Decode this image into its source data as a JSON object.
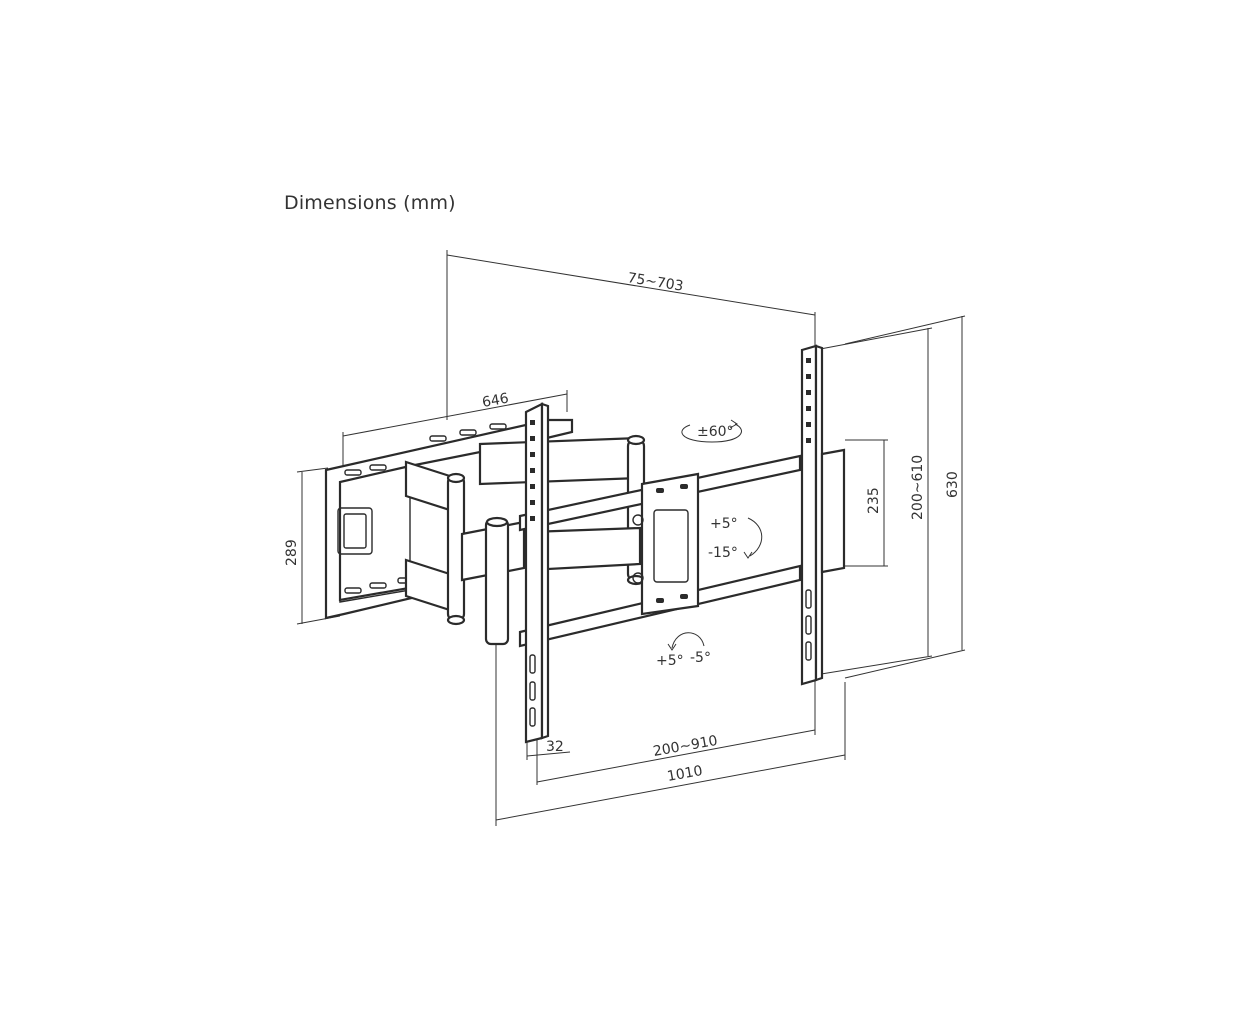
{
  "title": "Dimensions (mm)",
  "dimensions": {
    "top_depth": "75~703",
    "arm_length": "646",
    "wall_plate_height": "289",
    "hole_spacing_small": "235",
    "vesa_vertical": "200~610",
    "bracket_height": "630",
    "rail_thickness": "32",
    "vesa_horizontal": "200~910",
    "total_width": "1010"
  },
  "motion": {
    "swivel": "±60°",
    "tilt_up": "+5°",
    "tilt_down": "-15°",
    "level_plus": "+5°",
    "level_minus": "-5°"
  }
}
